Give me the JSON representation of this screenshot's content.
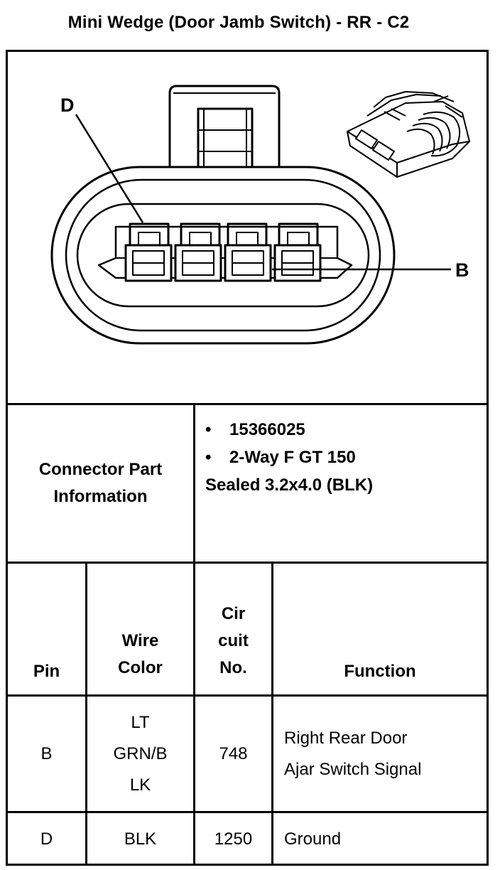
{
  "title": "Mini Wedge (Door Jamb Switch) - RR - C2",
  "diagram": {
    "label_left": "D",
    "label_right": "B"
  },
  "connector_info": {
    "label_line1": "Connector Part",
    "label_line2": "Information",
    "bullets": [
      "15366025",
      "2-Way F GT 150"
    ],
    "extra": "Sealed 3.2x4.0 (BLK)",
    "bullet_glyph": "•"
  },
  "table": {
    "headers": {
      "pin": "Pin",
      "wire_color": [
        "Wire",
        "Color"
      ],
      "circuit": [
        "Cir",
        "cuit",
        "No."
      ],
      "function": "Function"
    },
    "rows": [
      {
        "pin": "B",
        "wire_color": [
          "LT",
          "GRN/B",
          "LK"
        ],
        "circuit": "748",
        "function": [
          "Right Rear Door",
          "Ajar Switch Signal"
        ]
      },
      {
        "pin": "D",
        "wire_color": [
          "BLK"
        ],
        "circuit": "1250",
        "function": [
          "Ground"
        ]
      }
    ]
  }
}
